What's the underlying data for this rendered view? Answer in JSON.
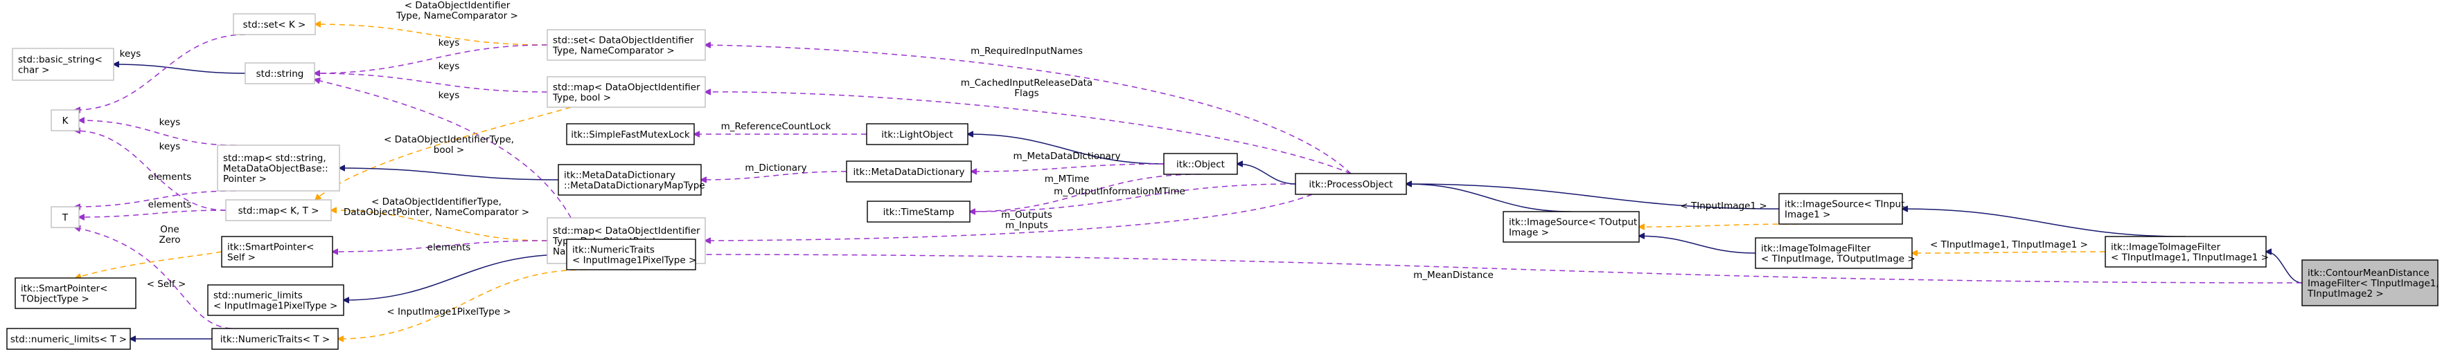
{
  "colors": {
    "inheritance": "#191970",
    "usage": "#9a32cd",
    "template": "#ffa500",
    "node_border": "#000000",
    "node_border_gray": "#bfbfbf",
    "root_fill": "#bfbfbf"
  },
  "nodes": [
    {
      "id": "set_k",
      "lines": [
        "std::set< K >"
      ],
      "style": "gray"
    },
    {
      "id": "set_doi",
      "lines": [
        "std::set< DataObjectIdentifier",
        "Type, NameComparator >"
      ],
      "style": "gray"
    },
    {
      "id": "basic_string",
      "lines": [
        "std::basic_string<",
        "char >"
      ],
      "style": "gray"
    },
    {
      "id": "string",
      "lines": [
        "std::string"
      ],
      "style": "gray"
    },
    {
      "id": "map_doi_bool",
      "lines": [
        "std::map< DataObjectIdentifier",
        "Type, bool >"
      ],
      "style": "gray"
    },
    {
      "id": "k",
      "lines": [
        "K"
      ],
      "style": "gray"
    },
    {
      "id": "map_string_ptr",
      "lines": [
        "std::map< std::string,",
        "MetaDataObjectBase::",
        "Pointer >"
      ],
      "style": "gray"
    },
    {
      "id": "t",
      "lines": [
        "T"
      ],
      "style": "gray"
    },
    {
      "id": "map_kt",
      "lines": [
        "std::map< K, T >"
      ],
      "style": "gray"
    },
    {
      "id": "map_doi_ptr",
      "lines": [
        "std::map< DataObjectIdentifier",
        "Type, DataObjectPointer,",
        "NameComparator >"
      ],
      "style": "gray"
    },
    {
      "id": "smartpointer_self",
      "lines": [
        "itk::SmartPointer<",
        "Self >"
      ],
      "style": "black"
    },
    {
      "id": "smartpointer_t",
      "lines": [
        "itk::SmartPointer<",
        "TObjectType >"
      ],
      "style": "black"
    },
    {
      "id": "numeric_limits_pix",
      "lines": [
        "std::numeric_limits",
        "< InputImage1PixelType >"
      ],
      "style": "black"
    },
    {
      "id": "numeric_limits_t",
      "lines": [
        "std::numeric_limits< T >"
      ],
      "style": "black"
    },
    {
      "id": "numerictraits_t",
      "lines": [
        "itk::NumericTraits< T >"
      ],
      "style": "black"
    },
    {
      "id": "simplefastmutexlock",
      "lines": [
        "itk::SimpleFastMutexLock"
      ],
      "style": "black"
    },
    {
      "id": "metadatadict_map",
      "lines": [
        "itk::MetaDataDictionary",
        "::MetaDataDictionaryMapType"
      ],
      "style": "black"
    },
    {
      "id": "numerictraits_pix",
      "lines": [
        "itk::NumericTraits",
        "< InputImage1PixelType >"
      ],
      "style": "black"
    },
    {
      "id": "lightobject",
      "lines": [
        "itk::LightObject"
      ],
      "style": "black"
    },
    {
      "id": "metadatadict",
      "lines": [
        "itk::MetaDataDictionary"
      ],
      "style": "black"
    },
    {
      "id": "timestamp",
      "lines": [
        "itk::TimeStamp"
      ],
      "style": "black"
    },
    {
      "id": "object",
      "lines": [
        "itk::Object"
      ],
      "style": "black"
    },
    {
      "id": "processobject",
      "lines": [
        "itk::ProcessObject"
      ],
      "style": "black"
    },
    {
      "id": "imagesource_tout",
      "lines": [
        "itk::ImageSource< TOutput",
        "Image >"
      ],
      "style": "black"
    },
    {
      "id": "imagetoimagefilter_tin",
      "lines": [
        "itk::ImageToImageFilter",
        "< TInputImage, TOutputImage >"
      ],
      "style": "black"
    },
    {
      "id": "imagesource_tin1",
      "lines": [
        "itk::ImageSource< TInput",
        "Image1 >"
      ],
      "style": "black"
    },
    {
      "id": "imagetoimagefilter_tin1",
      "lines": [
        "itk::ImageToImageFilter",
        "< TInputImage1, TInputImage1 >"
      ],
      "style": "black"
    },
    {
      "id": "root",
      "lines": [
        "itk::ContourMeanDistance",
        "ImageFilter< TInputImage1,",
        "TInputImage2 >"
      ],
      "style": "root"
    }
  ],
  "edges": [
    {
      "from": "set_k",
      "to": "set_doi",
      "kind": "template",
      "label": [
        "< DataObjectIdentifier",
        "Type, NameComparator >"
      ]
    },
    {
      "from": "basic_string",
      "to": "string",
      "kind": "inheritance",
      "label": []
    },
    {
      "from": "k",
      "to": "set_k",
      "kind": "usage",
      "label": [
        "keys"
      ]
    },
    {
      "from": "string",
      "to": "set_doi",
      "kind": "usage",
      "label": [
        "keys"
      ]
    },
    {
      "from": "string",
      "to": "map_doi_bool",
      "kind": "usage",
      "label": [
        "keys"
      ]
    },
    {
      "from": "string",
      "to": "map_doi_ptr",
      "kind": "usage",
      "label": [
        "keys"
      ]
    },
    {
      "from": "k",
      "to": "map_string_ptr",
      "kind": "usage",
      "label": [
        "keys"
      ]
    },
    {
      "from": "k",
      "to": "map_kt",
      "kind": "usage",
      "label": [
        "keys"
      ]
    },
    {
      "from": "t",
      "to": "map_string_ptr",
      "kind": "usage",
      "label": [
        "elements"
      ]
    },
    {
      "from": "t",
      "to": "map_kt",
      "kind": "usage",
      "label": [
        "elements"
      ]
    },
    {
      "from": "t",
      "to": "numerictraits_t",
      "kind": "usage",
      "label": [
        "One",
        "Zero"
      ]
    },
    {
      "from": "map_kt",
      "to": "map_doi_bool",
      "kind": "template",
      "label": [
        "< DataObjectIdentifierType,",
        "bool >"
      ]
    },
    {
      "from": "map_kt",
      "to": "map_doi_ptr",
      "kind": "template",
      "label": [
        "< DataObjectIdentifierType,",
        "DataObjectPointer, NameComparator >"
      ]
    },
    {
      "from": "smartpointer_t",
      "to": "smartpointer_self",
      "kind": "template",
      "label": [
        "< Self >"
      ]
    },
    {
      "from": "smartpointer_self",
      "to": "map_doi_ptr",
      "kind": "usage",
      "label": [
        "elements"
      ]
    },
    {
      "from": "numeric_limits_pix",
      "to": "numerictraits_pix",
      "kind": "inheritance",
      "label": []
    },
    {
      "from": "numeric_limits_t",
      "to": "numerictraits_t",
      "kind": "inheritance",
      "label": []
    },
    {
      "from": "numerictraits_t",
      "to": "numerictraits_pix",
      "kind": "template",
      "label": [
        "< InputImage1PixelType >"
      ]
    },
    {
      "from": "map_string_ptr",
      "to": "metadatadict_map",
      "kind": "inheritance",
      "label": []
    },
    {
      "from": "simplefastmutexlock",
      "to": "lightobject",
      "kind": "usage",
      "label": [
        "m_ReferenceCountLock"
      ]
    },
    {
      "from": "metadatadict_map",
      "to": "metadatadict",
      "kind": "usage",
      "label": [
        "m_Dictionary"
      ]
    },
    {
      "from": "lightobject",
      "to": "object",
      "kind": "inheritance",
      "label": []
    },
    {
      "from": "metadatadict",
      "to": "object",
      "kind": "usage",
      "label": [
        "m_MetaDataDictionary"
      ]
    },
    {
      "from": "timestamp",
      "to": "object",
      "kind": "usage",
      "label": [
        "m_MTime"
      ]
    },
    {
      "from": "timestamp",
      "to": "processobject",
      "kind": "usage",
      "label": [
        "m_OutputInformationMTime"
      ]
    },
    {
      "from": "object",
      "to": "processobject",
      "kind": "inheritance",
      "label": []
    },
    {
      "from": "set_doi",
      "to": "processobject",
      "kind": "usage",
      "label": [
        "m_RequiredInputNames"
      ]
    },
    {
      "from": "map_doi_bool",
      "to": "processobject",
      "kind": "usage",
      "label": [
        "m_CachedInputReleaseData",
        "Flags"
      ]
    },
    {
      "from": "map_doi_ptr",
      "to": "processobject",
      "kind": "usage",
      "label": [
        "m_Outputs",
        "m_Inputs"
      ]
    },
    {
      "from": "processobject",
      "to": "imagesource_tout",
      "kind": "inheritance",
      "label": []
    },
    {
      "from": "processobject",
      "to": "imagesource_tin1",
      "kind": "inheritance",
      "label": []
    },
    {
      "from": "imagesource_tout",
      "to": "imagesource_tin1",
      "kind": "template",
      "label": [
        "< TInputImage1 >"
      ]
    },
    {
      "from": "imagesource_tout",
      "to": "imagetoimagefilter_tin",
      "kind": "inheritance",
      "label": []
    },
    {
      "from": "imagetoimagefilter_tin",
      "to": "imagetoimagefilter_tin1",
      "kind": "template",
      "label": [
        "< TInputImage1, TInputImage1 >"
      ]
    },
    {
      "from": "imagesource_tin1",
      "to": "imagetoimagefilter_tin1",
      "kind": "inheritance",
      "label": []
    },
    {
      "from": "imagetoimagefilter_tin1",
      "to": "root",
      "kind": "inheritance",
      "label": []
    },
    {
      "from": "numerictraits_pix",
      "to": "root",
      "kind": "usage",
      "label": [
        "m_MeanDistance"
      ]
    }
  ]
}
